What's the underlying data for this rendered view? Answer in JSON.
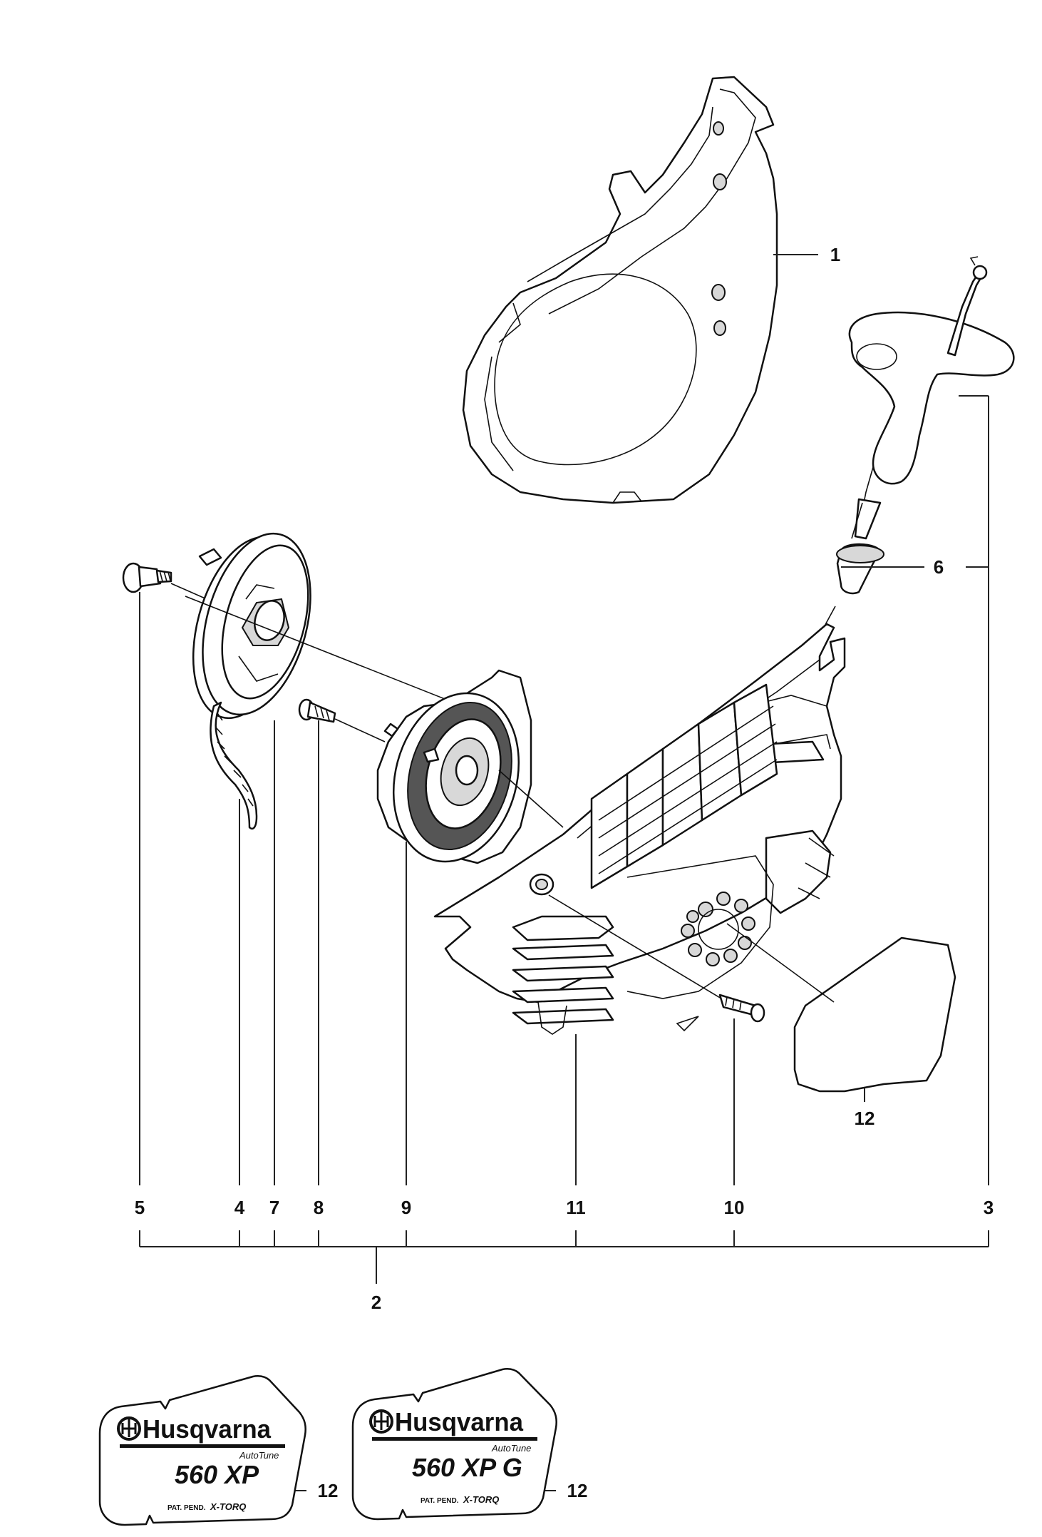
{
  "callouts": {
    "c1": "1",
    "c2": "2",
    "c3": "3",
    "c4": "4",
    "c5": "5",
    "c6": "6",
    "c7": "7",
    "c8": "8",
    "c9": "9",
    "c10": "10",
    "c11": "11",
    "c12a": "12",
    "c12b": "12",
    "c12c": "12"
  },
  "decals": {
    "left": {
      "brand": "Husqvarna",
      "subline": "AutoTune",
      "model": "560 XP",
      "pat": "PAT. PEND.",
      "torq": "X-TORQ"
    },
    "right": {
      "brand": "Husqvarna",
      "subline": "AutoTune",
      "model": "560 XP G",
      "pat": "PAT. PEND.",
      "torq": "X-TORQ"
    }
  }
}
